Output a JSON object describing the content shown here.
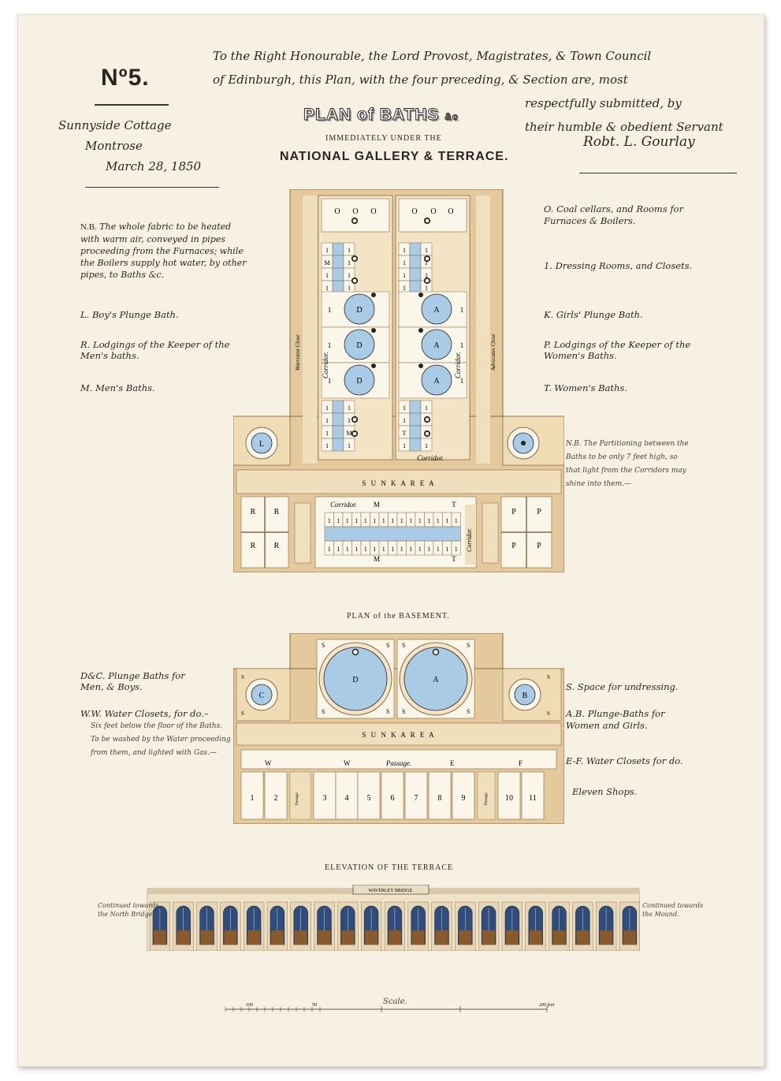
{
  "plate_number": "Nº5.",
  "dedication": [
    "To the Right Honourable, the Lord Provost, Magistrates, & Town Council",
    "of Edinburgh, this Plan, with the four preceding, & Section are, most",
    "respectfully submitted, by",
    "their humble & obedient Servant"
  ],
  "signature": "Robt. L. Gourlay",
  "address": [
    "Sunnyside Cottage",
    "Montrose",
    "March 28, 1850"
  ],
  "title": {
    "main": "PLAN of BATHS",
    "amp": "&c",
    "sub": "IMMEDIATELY UNDER THE",
    "line2": "NATIONAL GALLERY & TERRACE."
  },
  "left_notes": {
    "nb_label": "N.B.",
    "nb_text": "The whole fabric to be heated with warm air, conveyed in pipes proceeding from the Furnaces; while the Boilers supply hot water, by other pipes, to Baths &c.",
    "L": "L. Boy's Plunge Bath.",
    "R": "R. Lodgings of the Keeper of the Men's baths.",
    "M": "M. Men's Baths."
  },
  "right_notes": {
    "O": "O. Coal cellars, and Rooms for Furnaces & Boilers.",
    "one": "1. Dressing Rooms, and Closets.",
    "K": "K. Girls' Plunge Bath.",
    "P": "P. Lodgings of the Keeper of the Women's Baths.",
    "T": "T. Women's Baths.",
    "nb2": [
      "N.B. The Partitioning between the",
      "Baths to be only 7 feet high, so",
      "that light from the Corridors may",
      "shine into them.—"
    ]
  },
  "plan1": {
    "corridor": "Corridor.",
    "sunk_area": "S U N K   A R E A",
    "side_left": "Warriston Close",
    "side_right": "Advocates Close"
  },
  "basement_title": "PLAN of the BASEMENT.",
  "basement_left": {
    "dc": "D&C. Plunge Baths for Men, & Boys.",
    "ww": "W.W. Water Closets, for do.–",
    "ww_note": [
      "Six feet below the floor of the Baths.",
      "To be washed by the Water proceeding",
      "from them, and lighted with Gas.—"
    ]
  },
  "basement_right": {
    "S": "S. Space for undressing.",
    "AB": "A.B. Plunge-Baths for Women and Girls.",
    "EF": "E-F. Water Closets for do.",
    "shops": "Eleven Shops."
  },
  "basement": {
    "passage": "Passage.",
    "sunk_area": "S U N K   A R E A",
    "shops": [
      "1",
      "2",
      "3",
      "4",
      "5",
      "6",
      "7",
      "8",
      "9",
      "10",
      "11"
    ],
    "passage_small": "Passage"
  },
  "elevation_title": "ELEVATION OF THE TERRACE",
  "elevation": {
    "bridge": "WAVERLEY BRIDGE.",
    "left": [
      "Continued towards",
      "the North Bridge"
    ],
    "right": [
      "Continued towards",
      "the Mound."
    ]
  },
  "scale": {
    "label": "Scale.",
    "ticks": [
      "100",
      "50",
      "200 feet"
    ]
  },
  "colors": {
    "paper": "#f7f1e3",
    "wall": "#e3c99b",
    "wall_dark": "#caa56f",
    "room": "#fbf6ea",
    "water": "#a9cbe6",
    "ink": "#2a2520",
    "door": "#8a5a2b",
    "arch": "#2f4c7a"
  }
}
